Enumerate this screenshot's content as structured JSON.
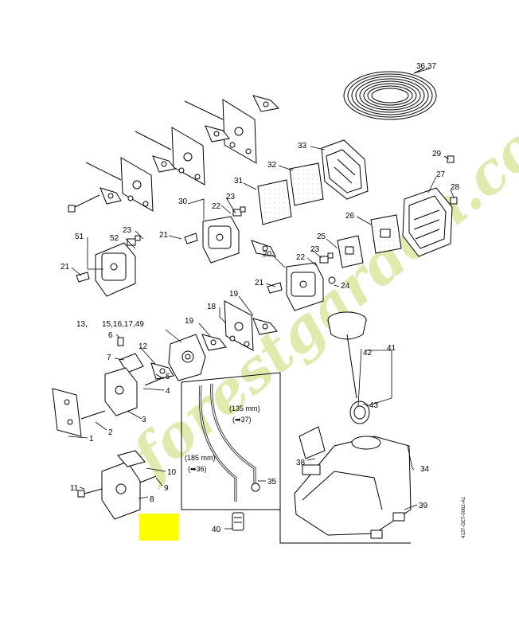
{
  "watermark": {
    "text": "forestgarden.com",
    "color": "#b9d34c"
  },
  "highlight_color": "#ffff00",
  "drawing_code": "4137-GET-0062-A1",
  "callouts": {
    "c3637": "36,37",
    "c33": "33",
    "c29": "29",
    "c32": "32",
    "c27": "27",
    "c28": "28",
    "c31": "31",
    "c30": "30",
    "c23a": "23",
    "c22a": "22",
    "c26": "26",
    "c51": "51",
    "c23b": "23",
    "c52": "52",
    "c21a": "21",
    "c25": "25",
    "c21b": "21",
    "c20": "20",
    "c23c": "23",
    "c22b": "22",
    "c21c": "21",
    "c24": "24",
    "c19a": "19",
    "c18": "18",
    "c13": "13,",
    "c15": "15,16,17,49",
    "c19b": "19",
    "c6": "6",
    "c12": "12",
    "c7": "7",
    "c42": "42",
    "c41": "41",
    "c5": "5",
    "c4": "4",
    "c43": "43",
    "c3": "3",
    "c2": "2",
    "c1": "1",
    "c38": "38",
    "c34": "34",
    "c10": "10",
    "c9": "9",
    "c11": "11",
    "c35": "35",
    "c8": "8",
    "c39": "39",
    "c40": "40"
  },
  "hose_notes": {
    "upper_len": "(135 mm)",
    "upper_ref": "(➡37)",
    "lower_len": "(185 mm)",
    "lower_ref": "(➡36)"
  }
}
